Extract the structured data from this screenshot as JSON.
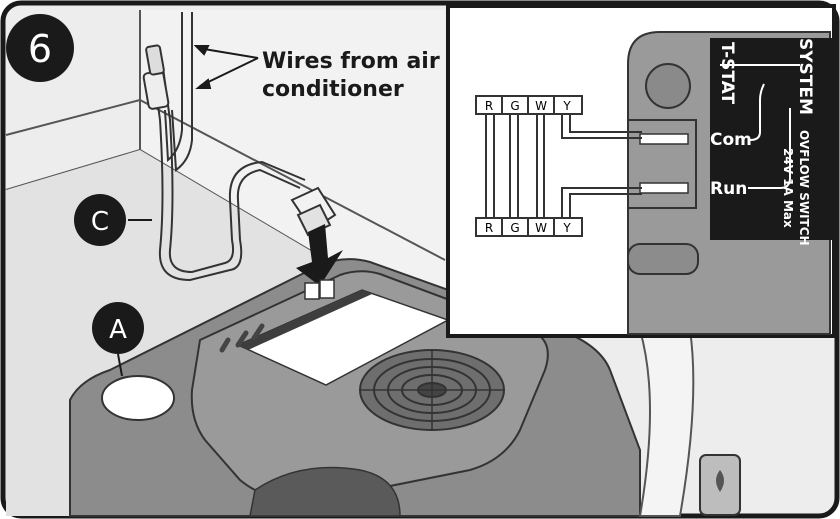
{
  "step": {
    "number": "6"
  },
  "callouts": {
    "wires_label_line1": "Wires from air",
    "wires_label_line2": "conditioner",
    "marker_c": "C",
    "marker_a": "A"
  },
  "inset": {
    "terminal_top": [
      "R",
      "G",
      "W",
      "Y"
    ],
    "terminal_bottom": [
      "R",
      "G",
      "W",
      "Y"
    ],
    "panel": {
      "system_label": "SYSTEM",
      "tstat_label": "T-STAT",
      "com_label": "Com",
      "run_label": "Run",
      "overflow_label": "OVFLOW SWITCH",
      "rating_label": "24V 1A Max"
    }
  },
  "colors": {
    "background_wall": "#ebebeb",
    "floor": "#dcdcdc",
    "pump_body": "#8c8c8c",
    "pump_dark": "#5a5a5a",
    "panel_dark": "#1a1a1a",
    "marker_fill": "#1a1a1a"
  }
}
